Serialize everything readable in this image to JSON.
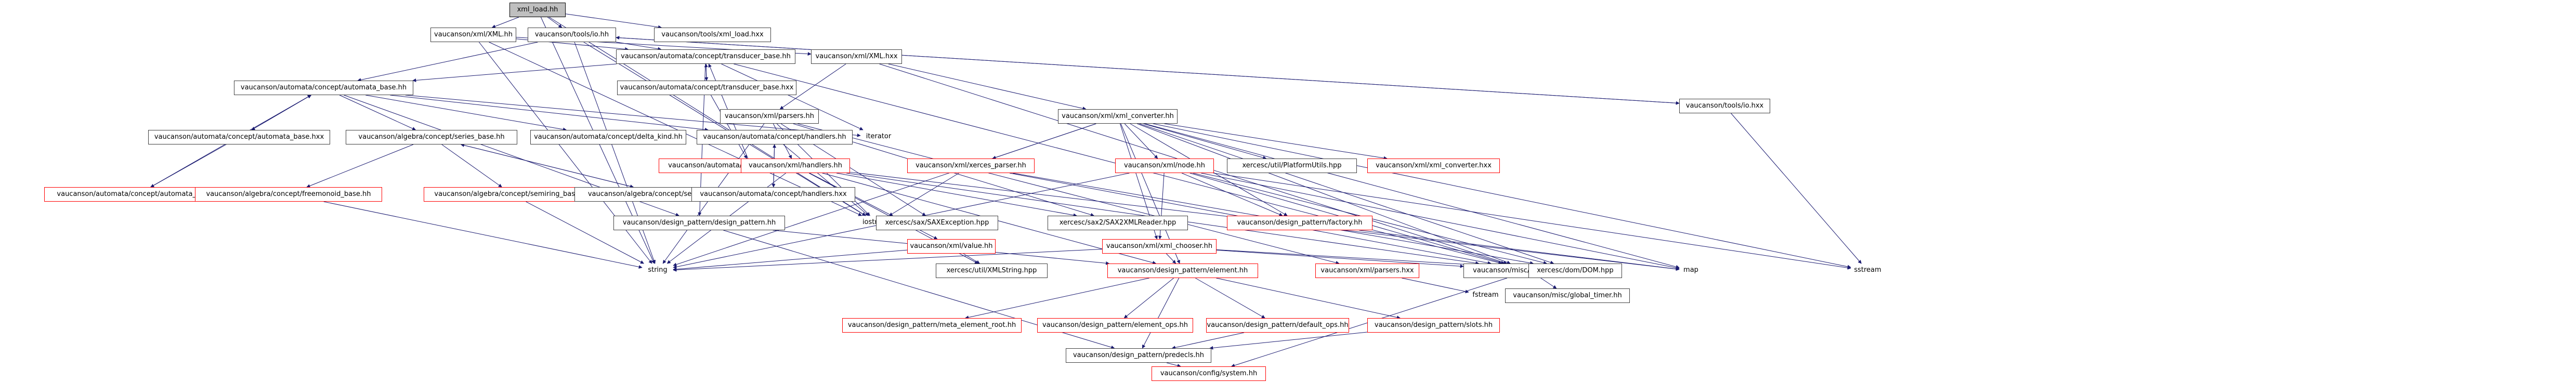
{
  "colors": {
    "edge": "#191970",
    "red_border": "#ff0000",
    "root_fill": "#bfbfbf"
  },
  "nodes": [
    {
      "id": "root",
      "label": "xml_load.hh",
      "style": "root"
    },
    {
      "id": "xmlhh",
      "label": "vaucanson/xml/XML.hh",
      "style": "normal"
    },
    {
      "id": "iohh",
      "label": "vaucanson/tools/io.hh",
      "style": "normal"
    },
    {
      "id": "xmlloadhxx",
      "label": "vaucanson/tools/xml_load.hxx",
      "style": "normal"
    },
    {
      "id": "transbasehh",
      "label": "vaucanson/automata/concept/transducer_base.hh",
      "style": "normal"
    },
    {
      "id": "xmlhxx",
      "label": "vaucanson/xml/XML.hxx",
      "style": "normal"
    },
    {
      "id": "iohxx",
      "label": "vaucanson/tools/io.hxx",
      "style": "normal"
    },
    {
      "id": "autobasehh",
      "label": "vaucanson/automata/concept/automata_base.hh",
      "style": "normal"
    },
    {
      "id": "transbasehxx",
      "label": "vaucanson/automata/concept/transducer_base.hxx",
      "style": "normal"
    },
    {
      "id": "parsershh",
      "label": "vaucanson/xml/parsers.hh",
      "style": "normal"
    },
    {
      "id": "xmlconvhh",
      "label": "vaucanson/xml/xml_converter.hh",
      "style": "normal"
    },
    {
      "id": "autobasehxx",
      "label": "vaucanson/automata/concept/automata_base.hxx",
      "style": "normal"
    },
    {
      "id": "seriesbasehh",
      "label": "vaucanson/algebra/concept/series_base.hh",
      "style": "normal"
    },
    {
      "id": "deltakind",
      "label": "vaucanson/automata/concept/delta_kind.hh",
      "style": "normal"
    },
    {
      "id": "handlershh",
      "label": "vaucanson/automata/concept/handlers.hh",
      "style": "normal"
    },
    {
      "id": "iterator",
      "label": "iterator",
      "style": "plain"
    },
    {
      "id": "transops",
      "label": "vaucanson/automata/concept/transducer_ops.hh",
      "style": "red"
    },
    {
      "id": "xmlhandlers",
      "label": "vaucanson/xml/handlers.hh",
      "style": "red"
    },
    {
      "id": "xmlsaxparser",
      "label": "vaucanson/xml/xerces_parser.hh",
      "style": "red"
    },
    {
      "id": "xmlnode",
      "label": "vaucanson/xml/node.hh",
      "style": "red"
    },
    {
      "id": "platformutils",
      "label": "xercesc/util/PlatformUtils.hpp",
      "style": "normal"
    },
    {
      "id": "xmlconvhxx",
      "label": "vaucanson/xml/xml_converter.hxx",
      "style": "red"
    },
    {
      "id": "autoops",
      "label": "vaucanson/automata/concept/automata_ops.hh",
      "style": "red"
    },
    {
      "id": "freemonoid",
      "label": "vaucanson/algebra/concept/freemonoid_base.hh",
      "style": "red"
    },
    {
      "id": "semiring",
      "label": "vaucanson/algebra/concept/semiring_base.hh",
      "style": "red"
    },
    {
      "id": "seriesbasehxx",
      "label": "vaucanson/algebra/concept/series_base.hxx",
      "style": "normal"
    },
    {
      "id": "handlershxx",
      "label": "vaucanson/automata/concept/handlers.hxx",
      "style": "normal"
    },
    {
      "id": "designpattern",
      "label": "vaucanson/design_pattern/design_pattern.hh",
      "style": "normal"
    },
    {
      "id": "iostream",
      "label": "iostream",
      "style": "plain"
    },
    {
      "id": "saxexc",
      "label": "xercesc/sax/SAXException.hpp",
      "style": "normal"
    },
    {
      "id": "xmlvalue",
      "label": "vaucanson/xml/value.hh",
      "style": "red"
    },
    {
      "id": "sax2reader",
      "label": "xercesc/sax2/SAX2XMLReader.hpp",
      "style": "normal"
    },
    {
      "id": "xmlchooser",
      "label": "vaucanson/xml/xml_chooser.hh",
      "style": "red"
    },
    {
      "id": "factory",
      "label": "vaucanson/design_pattern/factory.hh",
      "style": "red"
    },
    {
      "id": "xmlstring",
      "label": "xercesc/util/XMLString.hpp",
      "style": "normal"
    },
    {
      "id": "element",
      "label": "vaucanson/design_pattern/element.hh",
      "style": "red"
    },
    {
      "id": "parsershxx",
      "label": "vaucanson/xml/parsers.hxx",
      "style": "red"
    },
    {
      "id": "usualmacros",
      "label": "vaucanson/misc/usual_macros.hh",
      "style": "normal"
    },
    {
      "id": "domhpp",
      "label": "xercesc/dom/DOM.hpp",
      "style": "normal"
    },
    {
      "id": "string",
      "label": "string",
      "style": "plain"
    },
    {
      "id": "map",
      "label": "map",
      "style": "plain"
    },
    {
      "id": "sstream",
      "label": "sstream",
      "style": "plain"
    },
    {
      "id": "fstream",
      "label": "fstream",
      "style": "plain"
    },
    {
      "id": "globaltimer",
      "label": "vaucanson/misc/global_timer.hh",
      "style": "normal"
    },
    {
      "id": "metaelement",
      "label": "vaucanson/design_pattern/meta_element_root.hh",
      "style": "red"
    },
    {
      "id": "elementops",
      "label": "vaucanson/design_pattern/element_ops.hh",
      "style": "red"
    },
    {
      "id": "defaultops",
      "label": "vaucanson/design_pattern/default_ops.hh",
      "style": "red"
    },
    {
      "id": "slots",
      "label": "vaucanson/design_pattern/slots.hh",
      "style": "red"
    },
    {
      "id": "predecls",
      "label": "vaucanson/design_pattern/predecls.hh",
      "style": "normal"
    },
    {
      "id": "system",
      "label": "vaucanson/config/system.hh",
      "style": "red"
    }
  ],
  "edges": [
    [
      "root",
      "xmlhh"
    ],
    [
      "root",
      "iohh"
    ],
    [
      "root",
      "xmlloadhxx"
    ],
    [
      "root",
      "iostream"
    ],
    [
      "root",
      "string"
    ],
    [
      "xmlhh",
      "xmlhxx"
    ],
    [
      "xmlhh",
      "transbasehh"
    ],
    [
      "xmlhh",
      "iostream"
    ],
    [
      "xmlhh",
      "string"
    ],
    [
      "iohh",
      "transbasehh"
    ],
    [
      "iohh",
      "autobasehh"
    ],
    [
      "iohh",
      "iohxx"
    ],
    [
      "iohh",
      "iostream"
    ],
    [
      "iohh",
      "string"
    ],
    [
      "iohxx",
      "iohh"
    ],
    [
      "iohxx",
      "sstream"
    ],
    [
      "transbasehh",
      "autobasehh"
    ],
    [
      "transbasehh",
      "transbasehxx"
    ],
    [
      "transbasehh",
      "iterator"
    ],
    [
      "transbasehh",
      "designpattern"
    ],
    [
      "transbasehh",
      "usualmacros"
    ],
    [
      "transbasehxx",
      "transbasehh"
    ],
    [
      "transbasehxx",
      "transops"
    ],
    [
      "transops",
      "transbasehh"
    ],
    [
      "autobasehh",
      "autobasehxx"
    ],
    [
      "autobasehh",
      "seriesbasehh"
    ],
    [
      "autobasehh",
      "deltakind"
    ],
    [
      "autobasehh",
      "handlershh"
    ],
    [
      "autobasehh",
      "iterator"
    ],
    [
      "autobasehh",
      "designpattern"
    ],
    [
      "autobasehxx",
      "autobasehh"
    ],
    [
      "autobasehxx",
      "autoops"
    ],
    [
      "autoops",
      "autobasehh"
    ],
    [
      "seriesbasehh",
      "freemonoid"
    ],
    [
      "seriesbasehh",
      "semiring"
    ],
    [
      "seriesbasehh",
      "seriesbasehxx"
    ],
    [
      "seriesbasehxx",
      "seriesbasehh"
    ],
    [
      "handlershh",
      "handlershxx"
    ],
    [
      "handlershh",
      "iostream"
    ],
    [
      "handlershxx",
      "handlershh"
    ],
    [
      "designpattern",
      "element"
    ],
    [
      "designpattern",
      "predecls"
    ],
    [
      "freemonoid",
      "string"
    ],
    [
      "semiring",
      "string"
    ],
    [
      "xmlhxx",
      "parsershh"
    ],
    [
      "xmlhxx",
      "xmlconvhh"
    ],
    [
      "xmlhxx",
      "usualmacros"
    ],
    [
      "parsershh",
      "xmlhandlers"
    ],
    [
      "parsershh",
      "saxexc"
    ],
    [
      "parsershh",
      "sax2reader"
    ],
    [
      "parsershh",
      "parsershxx"
    ],
    [
      "parsershh",
      "string"
    ],
    [
      "parsershh",
      "iostream"
    ],
    [
      "xmlhandlers",
      "xmlvalue"
    ],
    [
      "xmlhandlers",
      "element"
    ],
    [
      "xmlhandlers",
      "usualmacros"
    ],
    [
      "xmlhandlers",
      "sax2reader"
    ],
    [
      "xmlhandlers",
      "xmlstring"
    ],
    [
      "xmlhandlers",
      "string"
    ],
    [
      "xmlhandlers",
      "map"
    ],
    [
      "xmlvalue",
      "string"
    ],
    [
      "xmlvalue",
      "xmlstring"
    ],
    [
      "parsershxx",
      "fstream"
    ],
    [
      "xmlconvhh",
      "xmlsaxparser"
    ],
    [
      "xmlconvhh",
      "xmlnode"
    ],
    [
      "xmlconvhh",
      "platformutils"
    ],
    [
      "xmlconvhh",
      "xmlconvhxx"
    ],
    [
      "xmlconvhh",
      "xmlchooser"
    ],
    [
      "xmlconvhh",
      "factory"
    ],
    [
      "xmlconvhh",
      "usualmacros"
    ],
    [
      "xmlconvhh",
      "domhpp"
    ],
    [
      "xmlconvhh",
      "map"
    ],
    [
      "xmlconvhh",
      "sstream"
    ],
    [
      "xmlconvhh",
      "element"
    ],
    [
      "xmlconvhh",
      "string"
    ],
    [
      "xmlsaxparser",
      "usualmacros"
    ],
    [
      "xmlsaxparser",
      "domhpp"
    ],
    [
      "xmlsaxparser",
      "iostream"
    ],
    [
      "xmlnode",
      "factory"
    ],
    [
      "xmlnode",
      "xmlchooser"
    ],
    [
      "xmlnode",
      "usualmacros"
    ],
    [
      "xmlnode",
      "domhpp"
    ],
    [
      "xmlnode",
      "map"
    ],
    [
      "xmlnode",
      "string"
    ],
    [
      "xmlnode",
      "sstream"
    ],
    [
      "xmlchooser",
      "usualmacros"
    ],
    [
      "xmlchooser",
      "domhpp"
    ],
    [
      "xmlchooser",
      "element"
    ],
    [
      "xmlchooser",
      "string"
    ],
    [
      "factory",
      "map"
    ],
    [
      "element",
      "metaelement"
    ],
    [
      "element",
      "elementops"
    ],
    [
      "element",
      "defaultops"
    ],
    [
      "element",
      "slots"
    ],
    [
      "element",
      "predecls"
    ],
    [
      "defaultops",
      "predecls"
    ],
    [
      "slots",
      "predecls"
    ],
    [
      "predecls",
      "system"
    ],
    [
      "usualmacros",
      "globaltimer"
    ],
    [
      "usualmacros",
      "system"
    ]
  ]
}
